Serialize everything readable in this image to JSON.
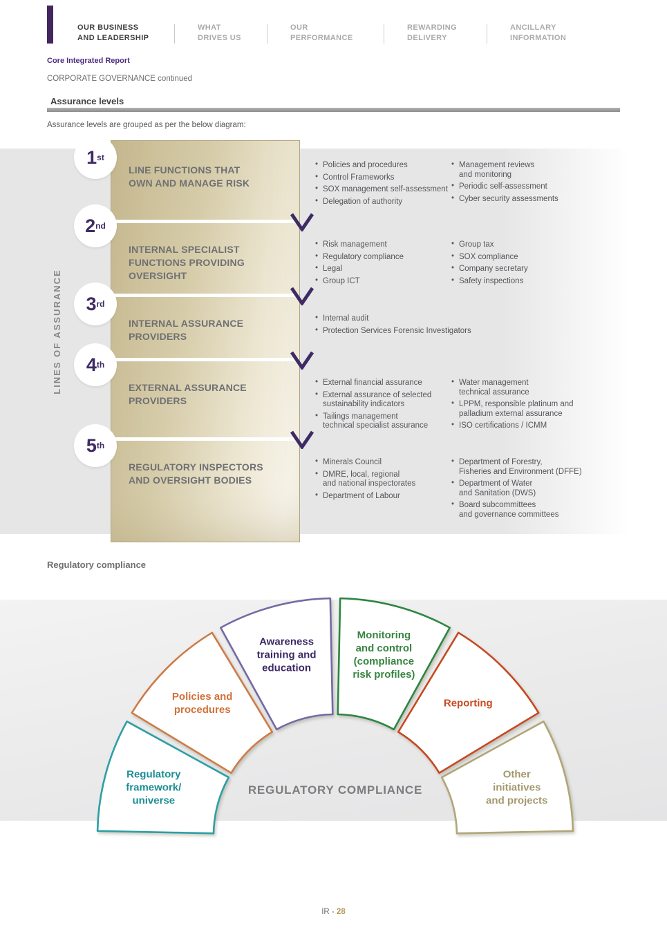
{
  "colors": {
    "purple": "#3e2b64",
    "accent_bar": "#43265e",
    "tan_border": "#b2a57b",
    "gold": "#b49b57"
  },
  "header": {
    "nav": [
      {
        "label": "OUR BUSINESS AND LEADERSHIP",
        "lines": [
          "OUR BUSINESS",
          "AND LEADERSHIP"
        ],
        "active": true
      },
      {
        "label": "WHAT DRIVES US",
        "lines": [
          "WHAT",
          "DRIVES US"
        ],
        "active": false
      },
      {
        "label": "OUR PERFORMANCE",
        "lines": [
          "OUR",
          "PERFORMANCE"
        ],
        "active": false
      },
      {
        "label": "REWARDING DELIVERY",
        "lines": [
          "REWARDING",
          "DELIVERY"
        ],
        "active": false
      },
      {
        "label": "ANCILLARY INFORMATION",
        "lines": [
          "ANCILLARY",
          "INFORMATION"
        ],
        "active": false
      }
    ],
    "report_label": "Core Integrated Report",
    "section_continued": "CORPORATE GOVERNANCE continued"
  },
  "assurance": {
    "title": "Assurance levels",
    "intro": "Assurance levels are grouped as per the below diagram:",
    "side_label": "LINES OF ASSURANCE",
    "levels": [
      {
        "number": "1",
        "suffix": "st",
        "heading": "LINE FUNCTIONS THAT\nOWN AND MANAGE RISK",
        "col1": [
          "Policies and procedures",
          "Control Frameworks",
          "SOX management self-assessment",
          "Delegation of authority"
        ],
        "col2": [
          "Management reviews\nand monitoring",
          "Periodic self-assessment",
          "Cyber security assessments"
        ]
      },
      {
        "number": "2",
        "suffix": "nd",
        "heading": "INTERNAL SPECIALIST\nFUNCTIONS PROVIDING\nOVERSIGHT",
        "col1": [
          "Risk management",
          "Regulatory compliance",
          "Legal",
          "Group ICT"
        ],
        "col2": [
          "Group tax",
          "SOX compliance",
          "Company secretary",
          "Safety inspections"
        ]
      },
      {
        "number": "3",
        "suffix": "rd",
        "heading": "INTERNAL ASSURANCE\nPROVIDERS",
        "col1": [
          "Internal audit",
          "Protection Services Forensic Investigators"
        ],
        "col2": []
      },
      {
        "number": "4",
        "suffix": "th",
        "heading": "EXTERNAL ASSURANCE\nPROVIDERS",
        "col1": [
          "External financial assurance",
          "External assurance of selected\nsustainability indicators",
          "Tailings management\ntechnical specialist assurance"
        ],
        "col2": [
          "Water management\ntechnical assurance",
          "LPPM, responsible platinum and\npalladium external assurance",
          "ISO certifications / ICMM"
        ]
      },
      {
        "number": "5",
        "suffix": "th",
        "heading": "REGULATORY INSPECTORS\nAND OVERSIGHT BODIES",
        "col1": [
          "Minerals Council",
          "DMRE, local, regional\nand national inspectorates",
          "Department of Labour"
        ],
        "col2": [
          "Department of Forestry,\nFisheries and Environment (DFFE)",
          "Department of Water\nand Sanitation (DWS)",
          "Board subcommittees\nand governance committees"
        ]
      }
    ]
  },
  "compliance": {
    "title": "Regulatory compliance",
    "center_label": "REGULATORY COMPLIANCE",
    "segments": [
      {
        "label": "Regulatory framework/ universe",
        "lines": [
          "Regulatory",
          "framework/",
          "universe"
        ],
        "color": "#2d9fa4",
        "text_color": "#1b8d95"
      },
      {
        "label": "Policies and procedures",
        "lines": [
          "Policies and",
          "procedures"
        ],
        "color": "#cd7c46",
        "text_color": "#d2703a"
      },
      {
        "label": "Awareness training and education",
        "lines": [
          "Awareness",
          "training and",
          "education"
        ],
        "color": "#736aa5",
        "text_color": "#3d2a66"
      },
      {
        "label": "Monitoring and control (compliance risk profiles)",
        "lines": [
          "Monitoring",
          "and control",
          "(compliance",
          "risk profiles)"
        ],
        "color": "#2e8540",
        "text_color": "#378540"
      },
      {
        "label": "Reporting",
        "lines": [
          "Reporting"
        ],
        "color": "#c7481f",
        "text_color": "#c84b22"
      },
      {
        "label": "Other initiatives and projects",
        "lines": [
          "Other",
          "initiatives",
          "and projects"
        ],
        "color": "#b1a678",
        "text_color": "#a3976b"
      }
    ]
  },
  "footer": {
    "page_label": "IR -",
    "page_number": "28"
  }
}
